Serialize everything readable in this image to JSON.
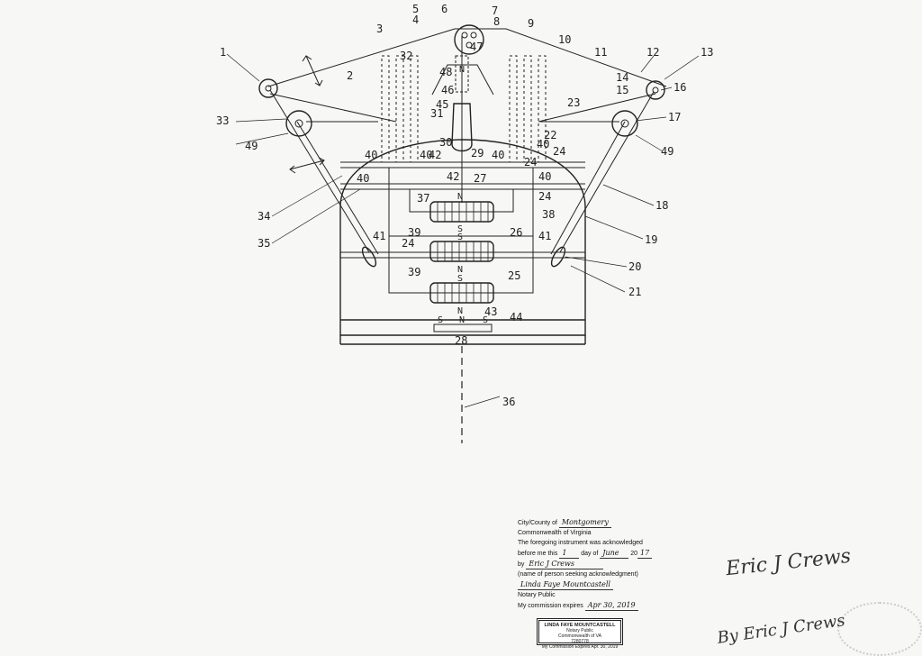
{
  "diagram": {
    "part_numbers": {
      "n1": "1",
      "n2": "2",
      "n3": "3",
      "n4": "4",
      "n5": "5",
      "n6": "6",
      "n7": "7",
      "n8": "8",
      "n9": "9",
      "n10": "10",
      "n11": "11",
      "n12": "12",
      "n13": "13",
      "n14": "14",
      "n15": "15",
      "n16": "16",
      "n17": "17",
      "n18": "18",
      "n19": "19",
      "n20": "20",
      "n21": "21",
      "n22": "22",
      "n23": "23",
      "n24": "24",
      "n25": "25",
      "n26": "26",
      "n27": "27",
      "n28": "28",
      "n29": "29",
      "n30": "30",
      "n31": "31",
      "n32": "32",
      "n33": "33",
      "n34": "34",
      "n35": "35",
      "n36": "36",
      "n37": "37",
      "n38": "38",
      "n39": "39",
      "n40": "40",
      "n41": "41",
      "n42": "42",
      "n43": "43",
      "n44": "44",
      "n45": "45",
      "n46": "46",
      "n47": "47",
      "n48": "48",
      "n49": "49"
    },
    "poles": {
      "north": "N",
      "south": "S"
    }
  },
  "notary": {
    "city_county_label": "City/County of",
    "city_county_value": "Montgomery",
    "commonwealth": "Commonwealth of Virginia",
    "acknowledged_line1": "The foregoing instrument was acknowledged",
    "acknowledged_prefix": "before me this",
    "day_value": "1",
    "day_of": "day of",
    "month_value": "June",
    "year_prefix": "20",
    "year_value": "17",
    "by_label": "by",
    "by_value": "Eric J Crews",
    "person_caption": "(name of person seeking acknowledgment)",
    "notary_signature": "Linda Faye Mountcastell",
    "notary_public_label": "Notary Public",
    "expires_label": "My commission expires",
    "expires_value": "Apr 30, 2019"
  },
  "stamp": {
    "name": "LINDA FAYE MOUNTCASTELL",
    "line1": "Notary Public",
    "line2": "Commonwealth of VA",
    "line3": "7280778",
    "line4": "My Commission Expires Apr. 30, 2019"
  },
  "signatures": {
    "primary": "Eric J Crews",
    "secondary": "By Eric J Crews"
  }
}
